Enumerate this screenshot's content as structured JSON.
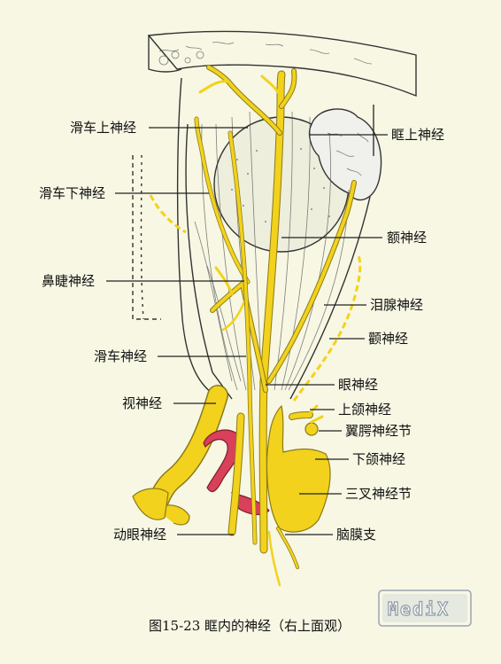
{
  "labels": {
    "trochlear_upper": "滑车上神经",
    "supraorbital": "眶上神经",
    "infratrochlear": "滑车下神经",
    "frontal": "额神经",
    "nasociliary": "鼻睫神经",
    "lacrimal": "泪腺神经",
    "zygomatic": "颧神经",
    "trochlear": "滑车神经",
    "ophthalmic": "眼神经",
    "optic": "视神经",
    "maxillary": "上颌神经",
    "pterygopalatine": "翼腭神经节",
    "mandibular": "下颌神经",
    "trigeminal_ganglion": "三叉神经节",
    "oculomotor": "动眼神经",
    "meningeal": "脑膜支"
  },
  "caption": "图15-23   眶内的神经（右上面观）",
  "watermark": "MediX",
  "colors": {
    "background": "#f7f7e4",
    "nerve": "#f2d21c",
    "artery": "#d9405a",
    "gland": "#f0f0ec",
    "eyeball": "#eeeedd"
  }
}
